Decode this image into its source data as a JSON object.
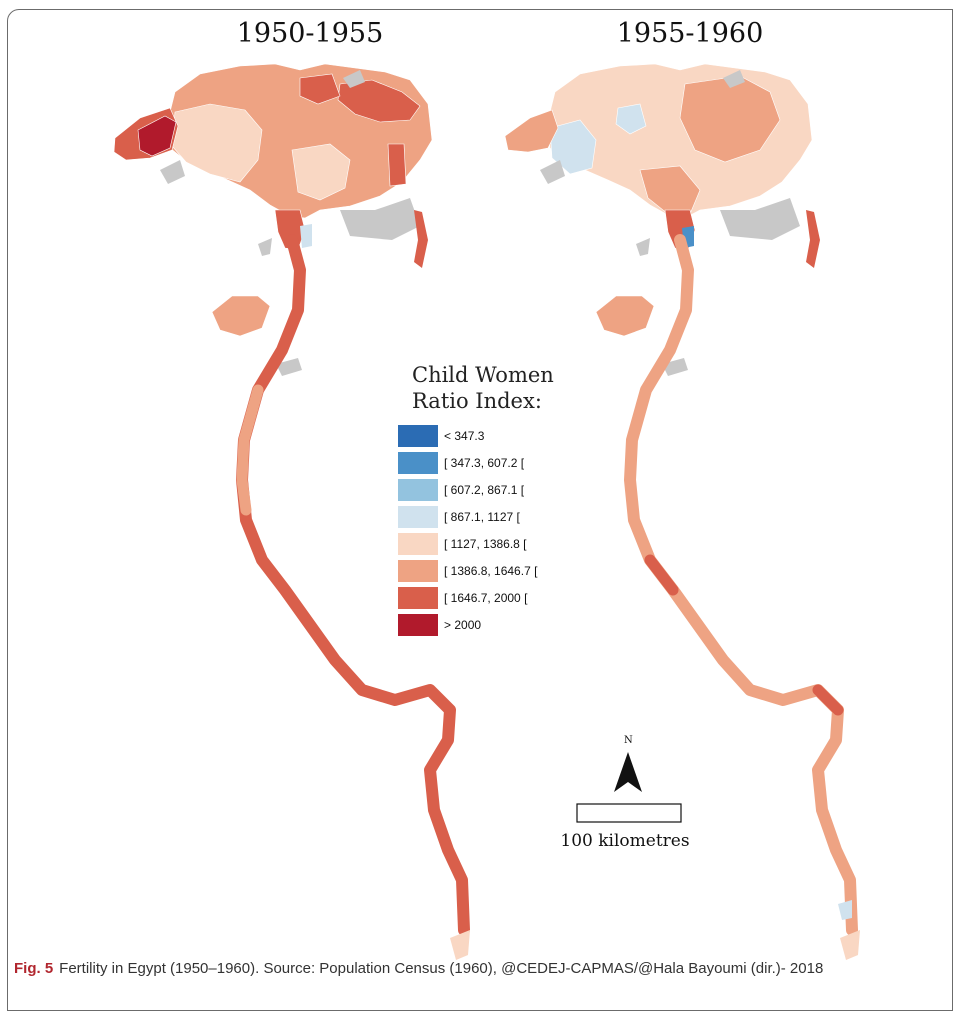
{
  "maps": [
    {
      "title": "1950-1955"
    },
    {
      "title": "1955-1960"
    }
  ],
  "legend": {
    "title_line1": "Child Women",
    "title_line2": "Ratio Index:",
    "classes": [
      {
        "label": "< 347.3",
        "color": "#2b6cb4"
      },
      {
        "label": "[ 347.3, 607.2 [",
        "color": "#4a90c8"
      },
      {
        "label": "[ 607.2, 867.1 [",
        "color": "#93c3df"
      },
      {
        "label": "[ 867.1, 1127 [",
        "color": "#d0e2ee"
      },
      {
        "label": "[ 1127, 1386.8 [",
        "color": "#f9d7c3"
      },
      {
        "label": "[ 1386.8, 1646.7 [",
        "color": "#eea383"
      },
      {
        "label": "[ 1646.7, 2000 [",
        "color": "#d95f4b"
      },
      {
        "label": "> 2000",
        "color": "#b11a2c"
      }
    ],
    "nodata_color": "#c8c8c8"
  },
  "north_arrow": {
    "letter": "N"
  },
  "scale_bar": {
    "label": "100 kilometres"
  },
  "caption": {
    "label": "Fig. 5",
    "text": "Fertility in Egypt (1950–1960). Source: Population Census (1960), @CEDEJ-CAPMAS/@Hala Bayoumi (dir.)- 2018"
  }
}
